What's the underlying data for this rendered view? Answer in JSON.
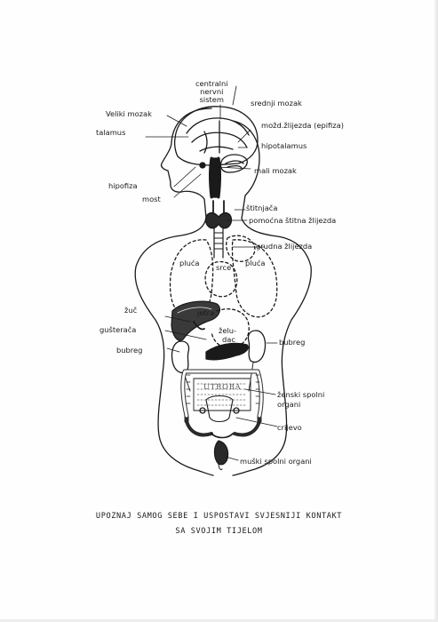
{
  "labels": {
    "centralni_nervni_sistem": [
      "centralni",
      "nervni",
      "sistem"
    ],
    "veliki_mozak": "Veliki mozak",
    "srednji_mozak": "srednji mozak",
    "mozd_zlijezda": "možd.žlijezda (epifiza)",
    "talamus": "talamus",
    "hipotalamus": "hipotalamus",
    "mali_mozak": "mali mozak",
    "hipofiza": "hipofiza",
    "most": "most",
    "stitnjaca": "štitnjača",
    "pomocna_stitna": "pomoćna štitna žlijezda",
    "grudna_zlijezda": "grudna žlijezda",
    "pluca_left": "pluća",
    "srce": "srce",
    "pluca_right": "pluća",
    "zuc": "žuč",
    "jetra": "jetra",
    "gusteraca": "gušterača",
    "zeludac": [
      "želu-",
      "dac"
    ],
    "bubreg_left": "bubreg",
    "bubreg_right": "bubreg",
    "utroba": "UTROBA",
    "zenski_spolni": [
      "ženski spolni",
      "organi"
    ],
    "crijevo": "crijevo",
    "muski_spolni": "muški spolni organi"
  },
  "caption": {
    "line1": "UPOZNAJ SAMOG SEBE I USPOSTAVI SVJESNIJI KONTAKT",
    "line2": "SA SVOJIM TIJELOM"
  }
}
